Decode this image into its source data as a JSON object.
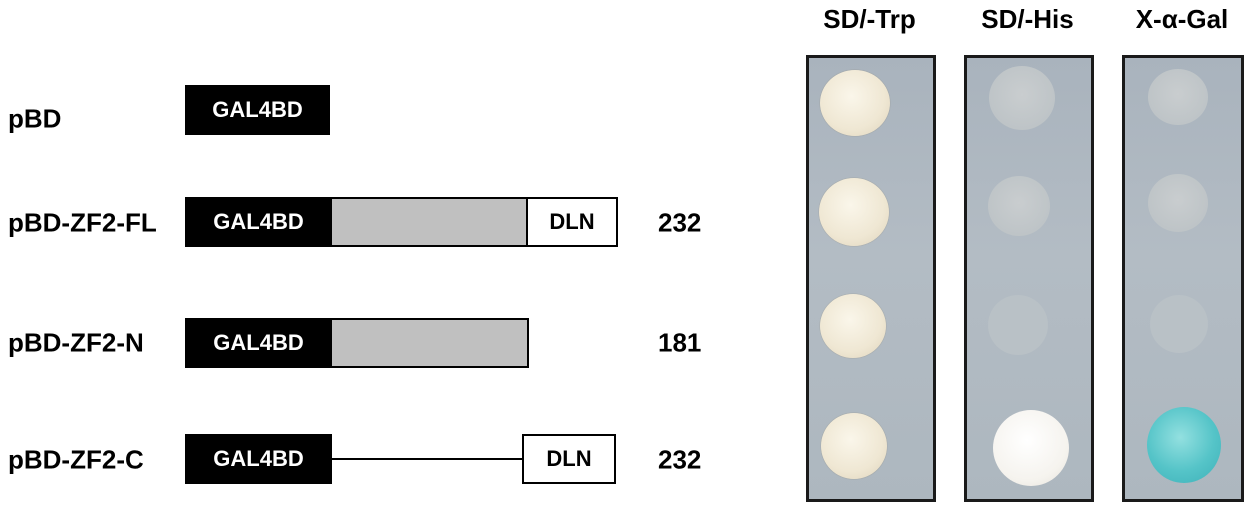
{
  "constructs": [
    {
      "label": "pBD",
      "gal4bd": "GAL4BD",
      "length": ""
    },
    {
      "label": "pBD-ZF2-FL",
      "gal4bd": "GAL4BD",
      "dln": "DLN",
      "length": "232"
    },
    {
      "label": "pBD-ZF2-N",
      "gal4bd": "GAL4BD",
      "length": "181"
    },
    {
      "label": "pBD-ZF2-C",
      "gal4bd": "GAL4BD",
      "dln": "DLN",
      "length": "232"
    }
  ],
  "plates": [
    {
      "title": "SD/-Trp",
      "growth": [
        "strong",
        "strong",
        "strong",
        "strong"
      ]
    },
    {
      "title": "SD/-His",
      "growth": [
        "faint",
        "faint",
        "very faint",
        "strong"
      ]
    },
    {
      "title": "X-α-Gal",
      "growth": [
        "white",
        "white",
        "very faint",
        "blue"
      ]
    }
  ],
  "colors": {
    "gal4bd": "#000000",
    "zf_domain": "#c0c0c0",
    "dln": "#ffffff",
    "plate_background": "#b0b9c1",
    "blue_colony": "#55c4c8"
  }
}
